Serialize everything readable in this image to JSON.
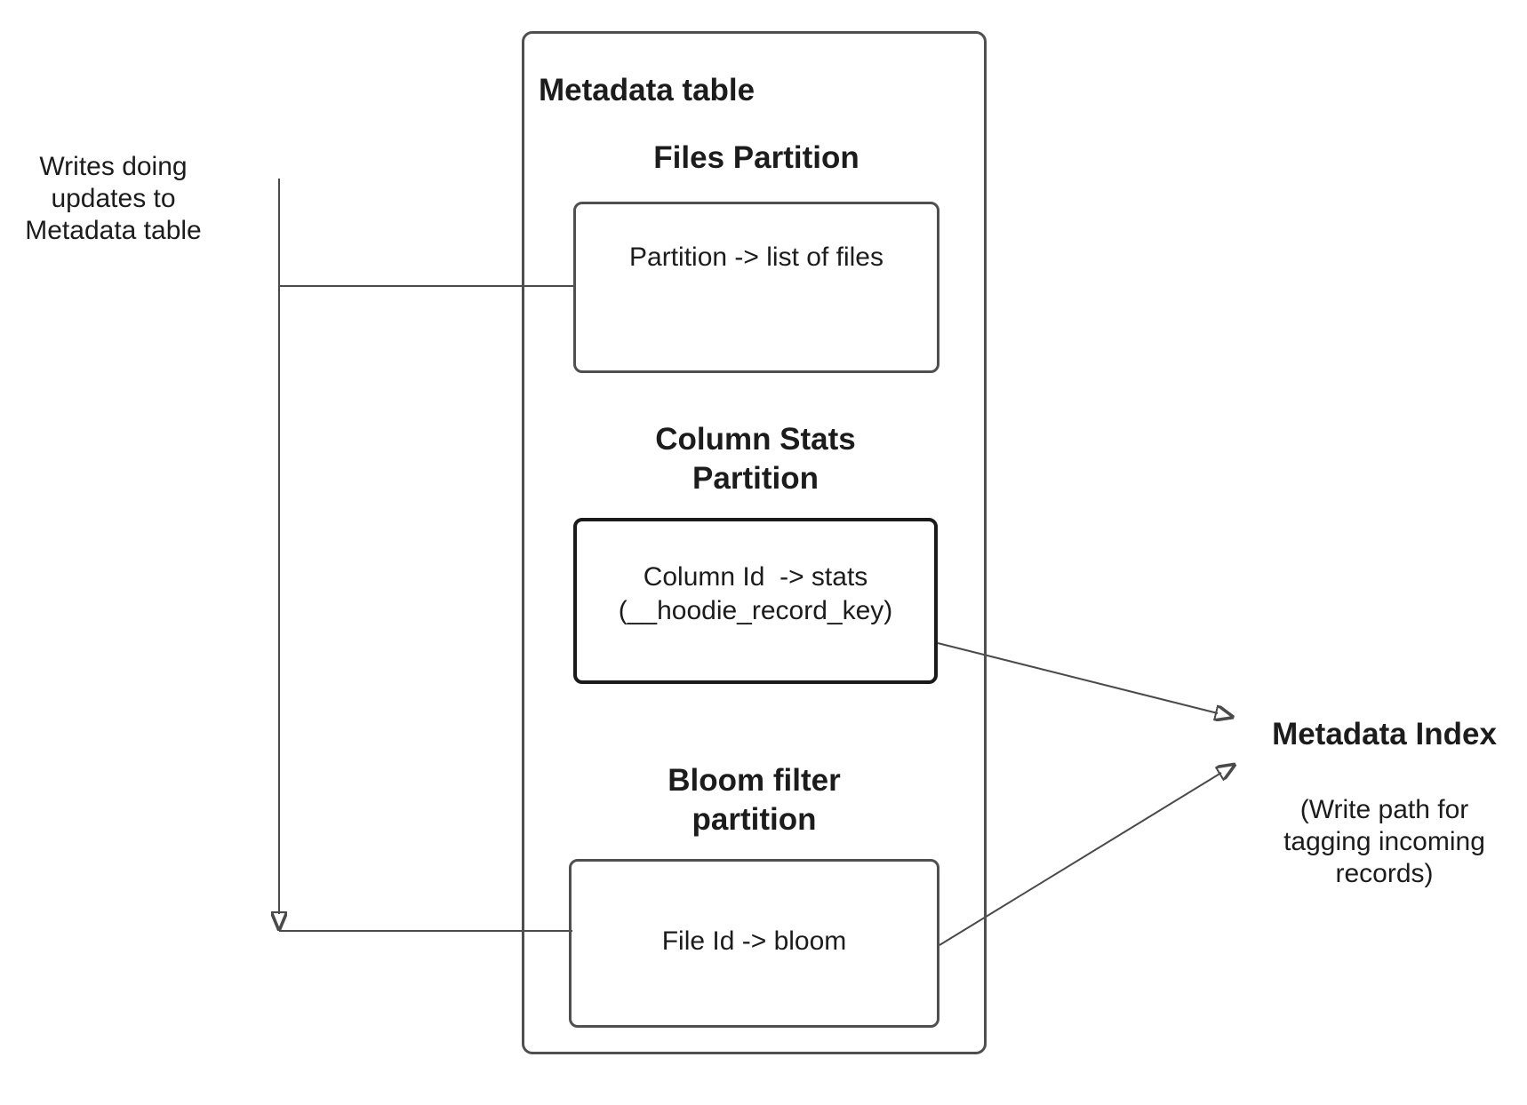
{
  "diagram": {
    "left_label": "Writes doing\nupdates to\nMetadata table",
    "metadata_table": {
      "title": "Metadata table",
      "partitions": [
        {
          "heading": "Files Partition",
          "content": "Partition -> list of files"
        },
        {
          "heading": "Column Stats\nPartition",
          "content": "Column Id  -> stats\n(__hoodie_record_key)"
        },
        {
          "heading": "Bloom filter\npartition",
          "content": "File Id -> bloom"
        }
      ]
    },
    "metadata_index": {
      "title": "Metadata Index",
      "subtitle": "(Write path for\ntagging incoming\nrecords)"
    },
    "colors": {
      "background": "#ffffff",
      "text": "#1c1c1c",
      "box_border": "#4f4f4f",
      "emphasis_box_border": "#1a1a1a",
      "connector_line": "#4a4a4a",
      "arrowhead": "#575757"
    }
  }
}
